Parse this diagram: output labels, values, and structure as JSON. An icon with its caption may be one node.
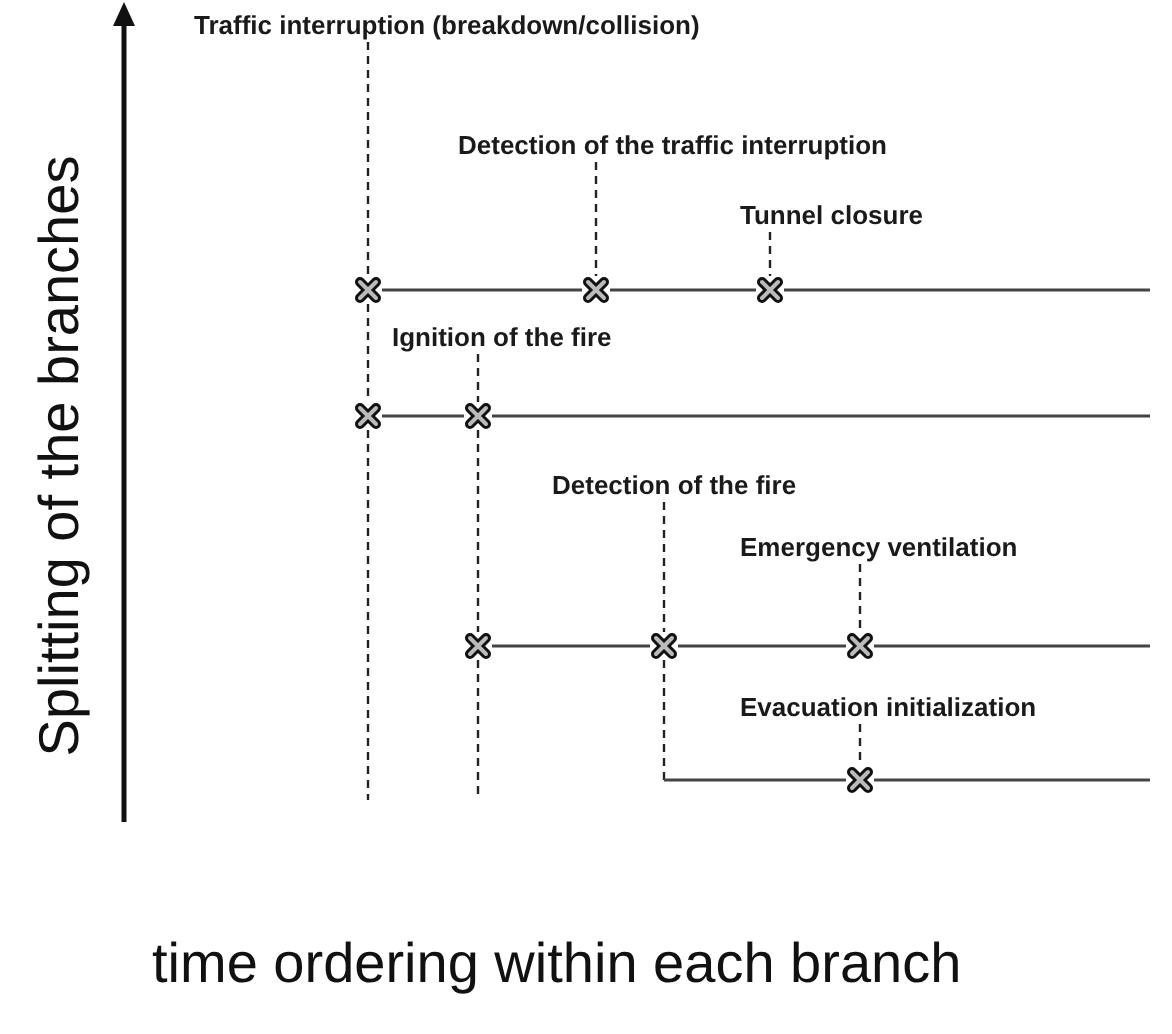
{
  "diagram": {
    "nodes": [
      {
        "text": [
          "Traffic interruption (breakdown/collision)"
        ]
      },
      {
        "text": [
          "Detection of the traffic interruption"
        ]
      },
      {
        "text": [
          "Tunnel closure"
        ]
      },
      {
        "text": [
          "Ignition of the fire"
        ]
      },
      {
        "text": [
          "Detection of the fire"
        ]
      },
      {
        "text": [
          "Emergency ventilation"
        ]
      },
      {
        "text": [
          "Evacuation initialization"
        ]
      },
      {
        "text": [],
        "shape": "cross"
      },
      {
        "text": [],
        "shape": "cross"
      },
      {
        "text": [],
        "shape": "cross"
      },
      {
        "text": [],
        "shape": "cross"
      },
      {
        "text": [],
        "shape": "cross"
      },
      {
        "text": [],
        "shape": "cross"
      },
      {
        "text": [],
        "shape": "cross"
      },
      {
        "text": [],
        "shape": "cross"
      },
      {
        "text": [],
        "shape": "cross"
      }
    ],
    "edges": [
      {
        "from": 0,
        "to": 7,
        "arrow": "none",
        "style": "dashed"
      },
      {
        "from": 7,
        "to": 10,
        "arrow": "none",
        "style": "dashed"
      },
      {
        "from": 10,
        "to": null,
        "arrow": "none",
        "style": "dashed"
      },
      {
        "from": 1,
        "to": 8,
        "arrow": "none",
        "style": "dashed"
      },
      {
        "from": 2,
        "to": 9,
        "arrow": "none",
        "style": "dashed"
      },
      {
        "from": 3,
        "to": 11,
        "arrow": "none",
        "style": "dashed"
      },
      {
        "from": 11,
        "to": 12,
        "arrow": "none",
        "style": "dashed"
      },
      {
        "from": 12,
        "to": null,
        "arrow": "none",
        "style": "dashed"
      },
      {
        "from": 4,
        "to": 13,
        "arrow": "none",
        "style": "dashed"
      },
      {
        "from": 13,
        "to": null,
        "arrow": "none",
        "style": "dashed"
      },
      {
        "from": 5,
        "to": 14,
        "arrow": "none",
        "style": "dashed"
      },
      {
        "from": 6,
        "to": 15,
        "arrow": "none",
        "style": "dashed"
      },
      {
        "from": 7,
        "to": 8,
        "arrow": "none"
      },
      {
        "from": 8,
        "to": 9,
        "arrow": "none"
      },
      {
        "from": 9,
        "to": null,
        "arrow": "none"
      },
      {
        "from": 10,
        "to": 11,
        "arrow": "none"
      },
      {
        "from": 11,
        "to": null,
        "arrow": "none"
      },
      {
        "from": 12,
        "to": 13,
        "arrow": "none"
      },
      {
        "from": 13,
        "to": 14,
        "arrow": "none"
      },
      {
        "from": 14,
        "to": null,
        "arrow": "none"
      },
      {
        "from": null,
        "to": 15,
        "arrow": "none"
      },
      {
        "from": 15,
        "to": null,
        "arrow": "none"
      }
    ],
    "labels": [
      "Splitting of the branches",
      "time ordering within each branch"
    ]
  }
}
